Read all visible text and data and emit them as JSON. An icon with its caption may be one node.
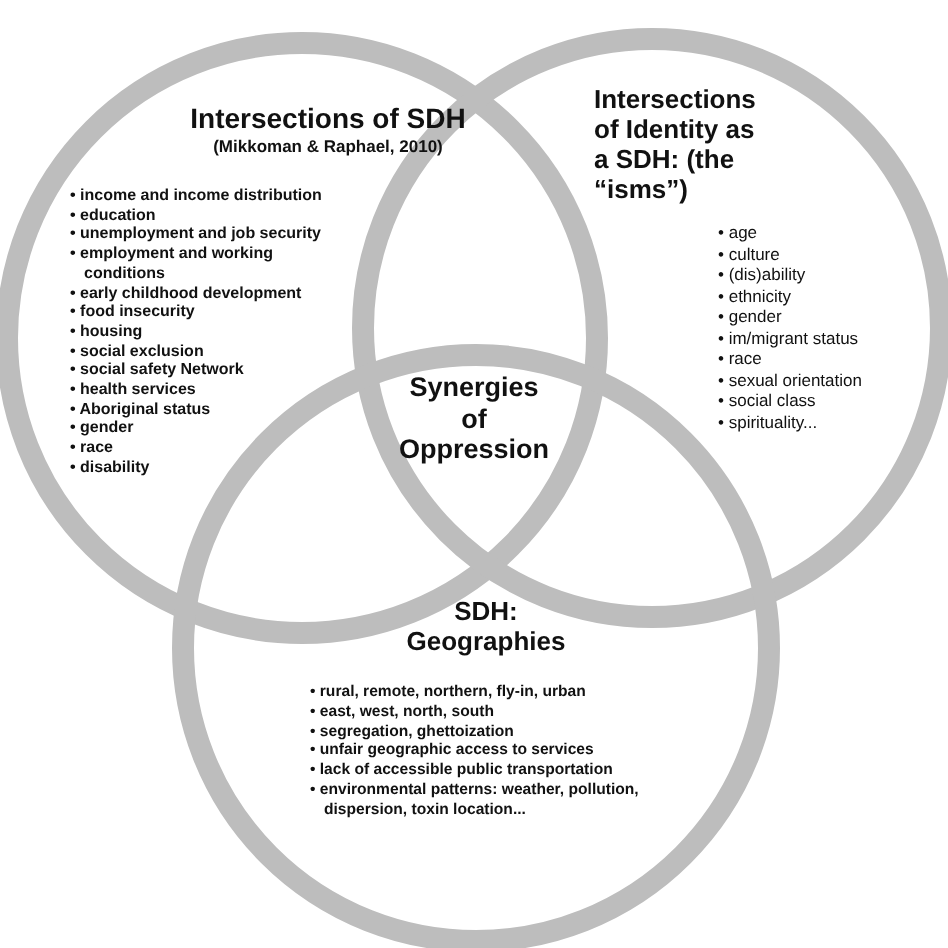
{
  "diagram": {
    "nodes": [
      {
        "text": [
          "Intersections of SDH",
          "(Mikkoman & Raphael, 2010)",
          "• income and income distribution",
          "• education",
          "• unemployment and job security",
          "• employment and working conditions",
          "• early childhood development",
          "• food insecurity",
          "• housing",
          "• social exclusion",
          "• social safety Network",
          "• health services",
          "• Aboriginal status",
          "• gender",
          "• race",
          "• disability"
        ]
      },
      {
        "text": [
          "Intersections of Identity as a SDH: (the “isms”)",
          "• age",
          "• culture",
          "• (dis)ability",
          "• ethnicity",
          "• gender",
          "• im/migrant status",
          "• race",
          "• sexual orientation",
          "• social class",
          "• spirituality..."
        ]
      },
      {
        "text": [
          "SDH: Geographies",
          "• rural, remote, northern, fly-in, urban",
          "• east, west, north, south",
          "• segregation, ghettoization",
          "• unfair geographic access to services",
          "• lack of accessible public transportation",
          "• environmental patterns: weather, pollution, dispersion, toxin location..."
        ]
      }
    ],
    "labels": [
      "Synergies of Oppression"
    ]
  }
}
